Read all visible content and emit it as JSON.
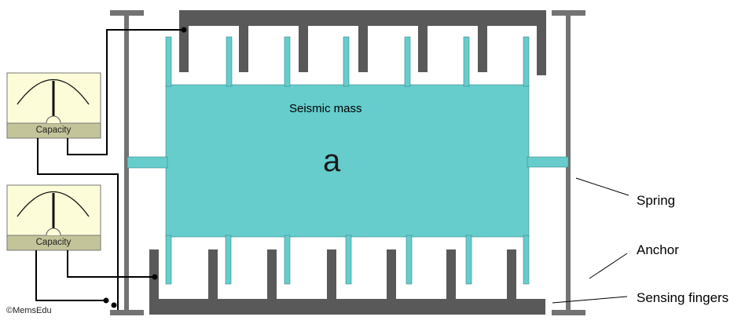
{
  "labels": {
    "seismic_mass": "Seismic mass",
    "acceleration": "a",
    "spring": "Spring",
    "anchor": "Anchor",
    "sensing_fingers": "Sensing fingers",
    "copyright": "©MemsEdu"
  },
  "meters": [
    {
      "label": "Capacity"
    },
    {
      "label": "Capacity"
    }
  ],
  "colors": {
    "mass": "#66cccc",
    "electrode": "#595959",
    "anchor": "#737373",
    "meter_face": "#fdfcd8",
    "meter_band": "#c4c49a",
    "wire": "#000000"
  }
}
